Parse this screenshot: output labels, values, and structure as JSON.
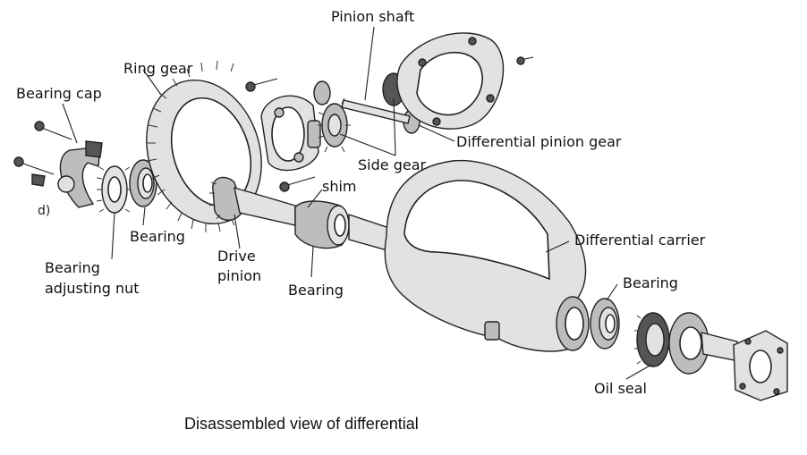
{
  "figure": {
    "caption": "Disassembled view of differential"
  },
  "labels": {
    "pinion_shaft": "Pinion shaft",
    "ring_gear": "Ring gear",
    "bearing_cap": "Bearing cap",
    "differential_pinion_gear": "Differential pinion gear",
    "side_gear": "Side gear",
    "shim": "shim",
    "differential_carrier": "Differential carrier",
    "bearing_left": "Bearing",
    "bearing_adjusting_nut_line1": "Bearing",
    "bearing_adjusting_nut_line2": "adjusting nut",
    "drive_pinion_line1": "Drive",
    "drive_pinion_line2": "pinion",
    "bearing_pinion": "Bearing",
    "bearing_rear": "Bearing",
    "oil_seal": "Oil seal"
  }
}
